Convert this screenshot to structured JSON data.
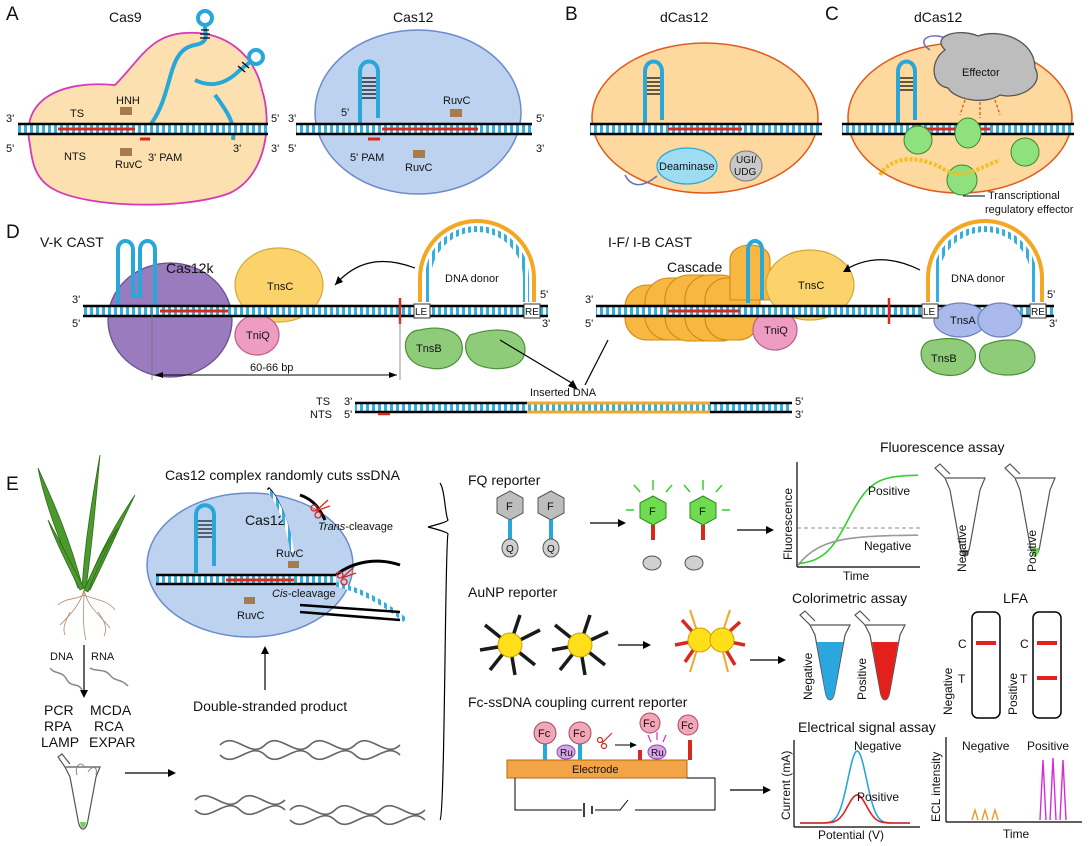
{
  "panels": {
    "A": {
      "letter": "A",
      "cas9": {
        "title": "Cas9",
        "ts": "TS",
        "nts": "NTS",
        "hnh": "HNH",
        "ruvc": "RuvC",
        "pam": "3' PAM",
        "p3": "3'",
        "p5": "5'",
        "rna3": "3'"
      },
      "cas12": {
        "title": "Cas12",
        "ruvc_top": "RuvC",
        "ruvc_bot": "RuvC",
        "pam": "5' PAM",
        "rna5": "5'",
        "p3": "3'",
        "p5": "5'"
      }
    },
    "B": {
      "letter": "B",
      "title": "dCas12",
      "deaminase": "Deaminase",
      "ugi": "UGI/",
      "udg": "UDG"
    },
    "C": {
      "letter": "C",
      "title": "dCas12",
      "effector": "Effector",
      "note1": "Transcriptional",
      "note2": "regulatory effector"
    },
    "D": {
      "letter": "D",
      "vk": {
        "title": "V-K CAST",
        "cas12k": "Cas12k",
        "tnsc": "TnsC",
        "tniq": "TniQ",
        "tnsb": "TnsB",
        "donor": "DNA donor",
        "le": "LE",
        "re": "RE",
        "dist": "60-66 bp"
      },
      "if": {
        "title": "I-F/ I-B CAST",
        "cascade": "Cascade",
        "tnsc": "TnsC",
        "tniq": "TniQ",
        "tnsa": "TnsA",
        "tnsb": "TnsB",
        "donor": "DNA donor",
        "le": "LE",
        "re": "RE"
      },
      "inserted": {
        "label": "Inserted DNA",
        "ts": "TS",
        "nts": "NTS"
      },
      "p3": "3'",
      "p5": "5'"
    },
    "E": {
      "letter": "E",
      "nucleic": {
        "dna": "DNA",
        "rna": "RNA",
        "m1": "PCR",
        "m2": "MCDA",
        "m3": "RPA",
        "m4": "RCA",
        "m5": "LAMP",
        "m6": "EXPAR"
      },
      "complex": {
        "title": "Cas12 complex randomly cuts ssDNA",
        "cas12": "Cas12",
        "trans": "Trans",
        "trans_rest": "-cleavage",
        "cis": "Cis",
        "cis_rest": "-cleavage",
        "ruvc_top": "RuvC",
        "ruvc_bot": "RuvC",
        "ds": "Double-stranded product"
      },
      "fq": {
        "title": "FQ reporter",
        "f": "F",
        "q": "Q"
      },
      "auNP": {
        "title": "AuNP reporter"
      },
      "fc": {
        "title": "Fc-ssDNA coupling current reporter",
        "fc": "Fc",
        "ru": "Ru",
        "electrode": "Electrode"
      },
      "fluor": {
        "title": "Fluorescence assay",
        "ylabel": "Fluorescence",
        "xlabel": "Time",
        "positive": "Positive",
        "negative": "Negative",
        "tube_neg": "Negative",
        "tube_pos": "Positive"
      },
      "colori": {
        "title": "Colorimetric assay",
        "neg": "Negative",
        "pos": "Positive"
      },
      "lfa": {
        "title": "LFA",
        "c": "C",
        "t": "T",
        "neg": "Negative",
        "pos": "Positive"
      },
      "elec": {
        "title": "Electrical signal assay",
        "ylabel": "Current (mA)",
        "xlabel": "Potential (V)",
        "negative": "Negative",
        "positive": "Positive"
      },
      "ecl": {
        "ylabel": "ECL intensity",
        "xlabel": "Time",
        "negative": "Negative",
        "positive": "Positive"
      }
    }
  },
  "colors": {
    "cas9_fill": "#fce0b0",
    "cas9_stroke": "#d63ab8",
    "cas12_fill": "#bcd2ef",
    "cas12_stroke": "#6b8ccc",
    "dcas_fill": "#fdd9a0",
    "dcas_stroke": "#e15a1c",
    "rna": "#2aa7d9",
    "cut": "#d9291c",
    "fluor_green": "#2fd12a",
    "cas12k": "#9a7bbd",
    "tnsc": "#fbd36a",
    "tniq": "#ee9cc1",
    "tnsb": "#8fcc7a",
    "tnsa": "#a8b9ea",
    "cascade": "#f7b740",
    "donor_orange": "#f5a623",
    "aunp": "#ffde1a",
    "electrode": "#f2a447",
    "ecl_neg": "#e89d2b",
    "ecl_pos": "#d42cd9",
    "tube_blue": "#2ba7e0",
    "tube_red": "#e3201b"
  }
}
